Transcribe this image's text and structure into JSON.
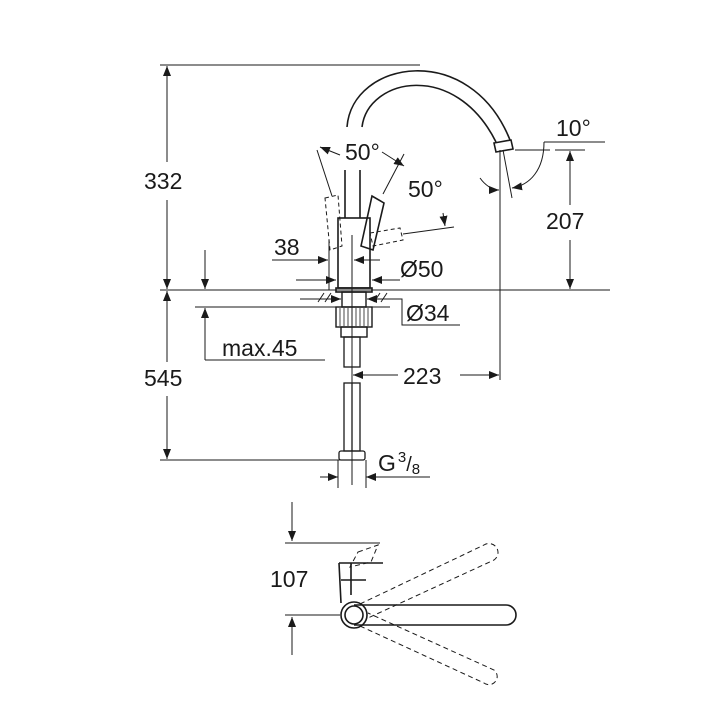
{
  "drawing": {
    "title": "Kitchen mixer tap dimension drawing",
    "stroke_color": "#1a1a1a",
    "background": "#ffffff",
    "side_view": {
      "dimensions": {
        "overall_height": "332",
        "spout_height": "207",
        "below_deck_length": "545",
        "spout_reach": "223",
        "lever_offset": "38",
        "body_diameter": "Ø50",
        "shank_diameter": "Ø34",
        "max_deck_thickness": "max.45",
        "connection_thread": "G",
        "connection_thread_num": "3",
        "connection_thread_den": "8",
        "lever_angle_left": "50°",
        "lever_angle_right": "50°",
        "spout_tilt": "10°"
      }
    },
    "top_view": {
      "dimensions": {
        "lever_depth": "107"
      }
    }
  }
}
